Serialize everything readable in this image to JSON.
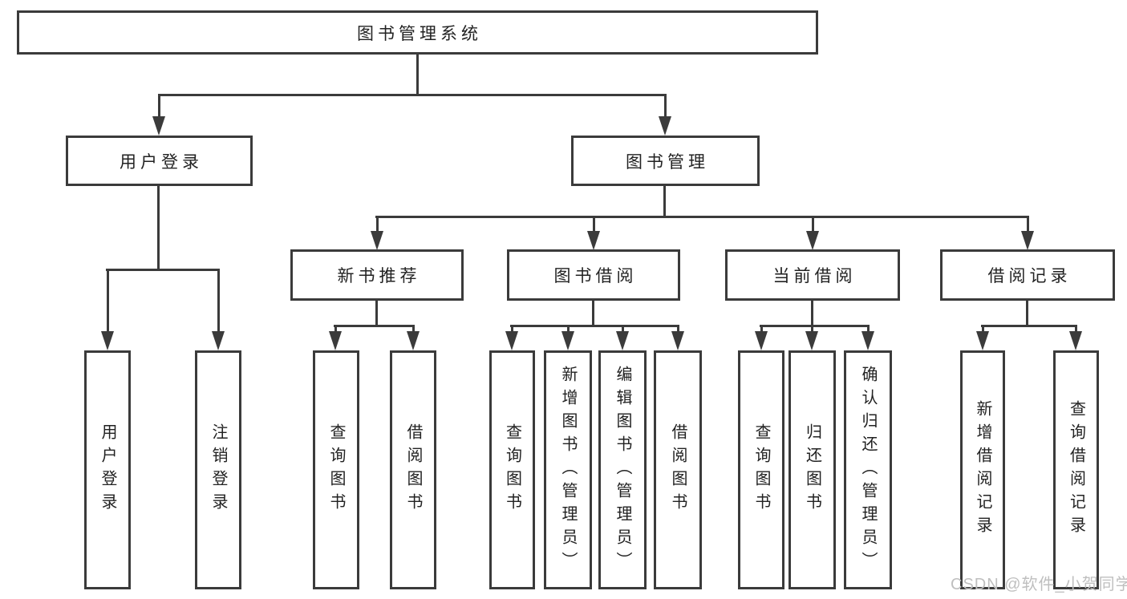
{
  "diagram": {
    "title": "图书管理系统",
    "watermark": "CSDN @软件_小贺同学",
    "colors": {
      "background": "#ffffff",
      "line": "#3b3b3b",
      "text": "#222222",
      "watermark": "#bfbfbf"
    },
    "level2": [
      {
        "label": "用户登录"
      },
      {
        "label": "图书管理"
      }
    ],
    "level3": [
      {
        "label": "新书推荐"
      },
      {
        "label": "图书借阅"
      },
      {
        "label": "当前借阅"
      },
      {
        "label": "借阅记录"
      }
    ],
    "leaves": {
      "user_login": [
        "用户登录",
        "注销登录"
      ],
      "new_book_rec": [
        "查询图书",
        "借阅图书"
      ],
      "book_borrow": [
        "查询图书",
        "新增图书（管理员）",
        "编辑图书（管理员）",
        "借阅图书"
      ],
      "current_borrow": [
        "查询图书",
        "归还图书",
        "确认归还（管理员）"
      ],
      "borrow_records": [
        "新增借阅记录",
        "查询借阅记录"
      ]
    }
  }
}
